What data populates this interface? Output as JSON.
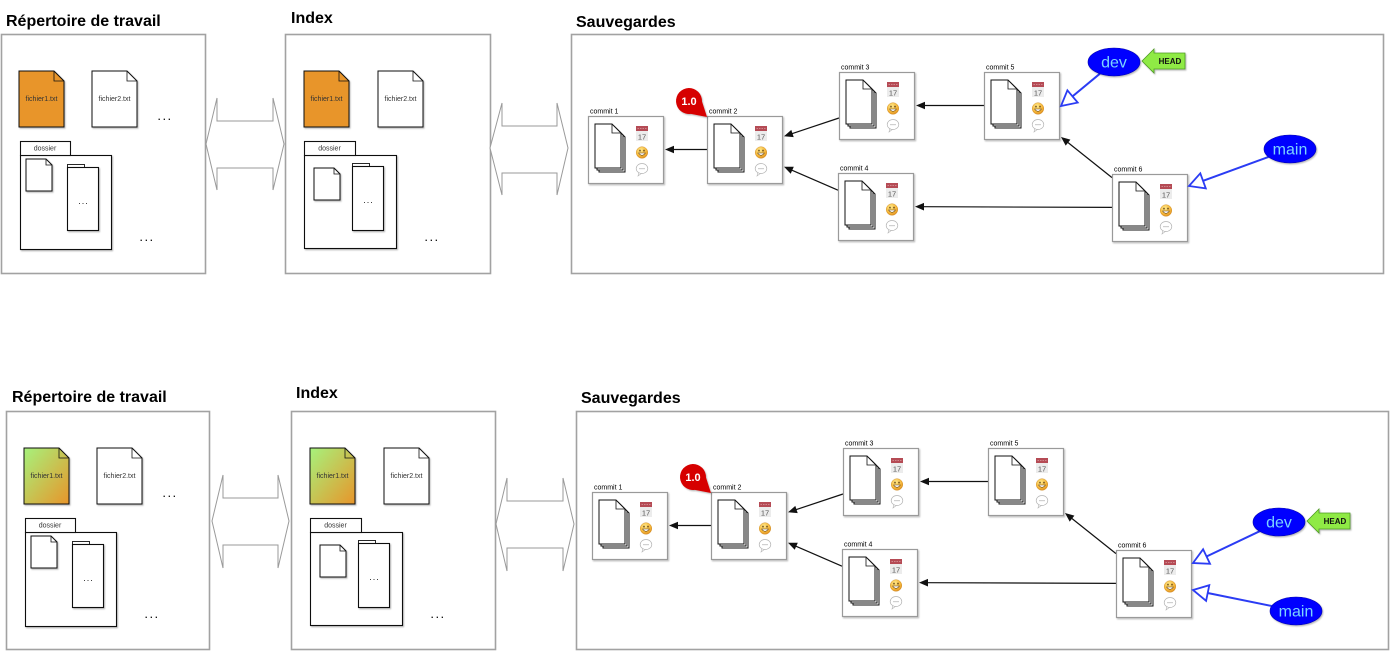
{
  "scenes": [
    {
      "working_directory": {
        "title": "Répertoire de travail",
        "files": [
          {
            "name": "fichier1.txt",
            "highlight": "orange"
          },
          {
            "name": "fichier2.txt",
            "highlight": "none"
          }
        ],
        "files_more": "...",
        "folder": {
          "name": "dossier",
          "subfolder_more": "..."
        },
        "more": "..."
      },
      "index": {
        "title": "Index",
        "files": [
          {
            "name": "fichier1.txt",
            "highlight": "orange"
          },
          {
            "name": "fichier2.txt",
            "highlight": "none"
          }
        ],
        "folder": {
          "name": "dossier",
          "subfolder_more": "..."
        },
        "more": "..."
      },
      "repository": {
        "title": "Sauvegardes",
        "commits": [
          {
            "label": "commit 1",
            "parents": []
          },
          {
            "label": "commit 2",
            "parents": [
              "commit 1"
            ]
          },
          {
            "label": "commit 3",
            "parents": [
              "commit 2"
            ]
          },
          {
            "label": "commit 4",
            "parents": [
              "commit 2"
            ]
          },
          {
            "label": "commit 5",
            "parents": [
              "commit 3"
            ]
          },
          {
            "label": "commit 6",
            "parents": [
              "commit 5",
              "commit 4"
            ]
          }
        ],
        "tags": [
          {
            "label": "1.0",
            "target": "commit 2"
          }
        ],
        "branches": [
          {
            "name": "dev",
            "target": "commit 5"
          },
          {
            "name": "main",
            "target": "commit 6"
          }
        ],
        "head": {
          "label": "HEAD",
          "target": "dev"
        }
      }
    },
    {
      "working_directory": {
        "title": "Répertoire de travail",
        "files": [
          {
            "name": "fichier1.txt",
            "highlight": "green-orange"
          },
          {
            "name": "fichier2.txt",
            "highlight": "none"
          }
        ],
        "files_more": "...",
        "folder": {
          "name": "dossier",
          "subfolder_more": "..."
        },
        "more": "..."
      },
      "index": {
        "title": "Index",
        "files": [
          {
            "name": "fichier1.txt",
            "highlight": "green-orange"
          },
          {
            "name": "fichier2.txt",
            "highlight": "none"
          }
        ],
        "folder": {
          "name": "dossier",
          "subfolder_more": "..."
        },
        "more": "..."
      },
      "repository": {
        "title": "Sauvegardes",
        "commits": [
          {
            "label": "commit 1",
            "parents": []
          },
          {
            "label": "commit 2",
            "parents": [
              "commit 1"
            ]
          },
          {
            "label": "commit 3",
            "parents": [
              "commit 2"
            ]
          },
          {
            "label": "commit 4",
            "parents": [
              "commit 2"
            ]
          },
          {
            "label": "commit 5",
            "parents": [
              "commit 3"
            ]
          },
          {
            "label": "commit 6",
            "parents": [
              "commit 5",
              "commit 4"
            ]
          }
        ],
        "tags": [
          {
            "label": "1.0",
            "target": "commit 2"
          }
        ],
        "branches": [
          {
            "name": "dev",
            "target": "commit 6"
          },
          {
            "name": "main",
            "target": "commit 6"
          }
        ],
        "head": {
          "label": "HEAD",
          "target": "dev"
        }
      }
    }
  ],
  "commit_icons": {
    "calendar_day": "17",
    "snapshot": "stacked-files-icon",
    "date": "calendar-icon",
    "author": "smiley-icon",
    "message": "speech-bubble-icon"
  },
  "colors": {
    "file_orange": "#E8952A",
    "file_green": "#A6F27C",
    "branch_fill": "#0000FF",
    "branch_text": "#7CD4FF",
    "branch_pointer": "#2B3CF4",
    "head_fill": "#8FEA45",
    "head_stroke": "#4E9A24",
    "tag_fill": "#D60000",
    "commit_arrow": "#111111",
    "panel_border": "#A2A2A2",
    "commit_border": "#9A9A9A"
  }
}
